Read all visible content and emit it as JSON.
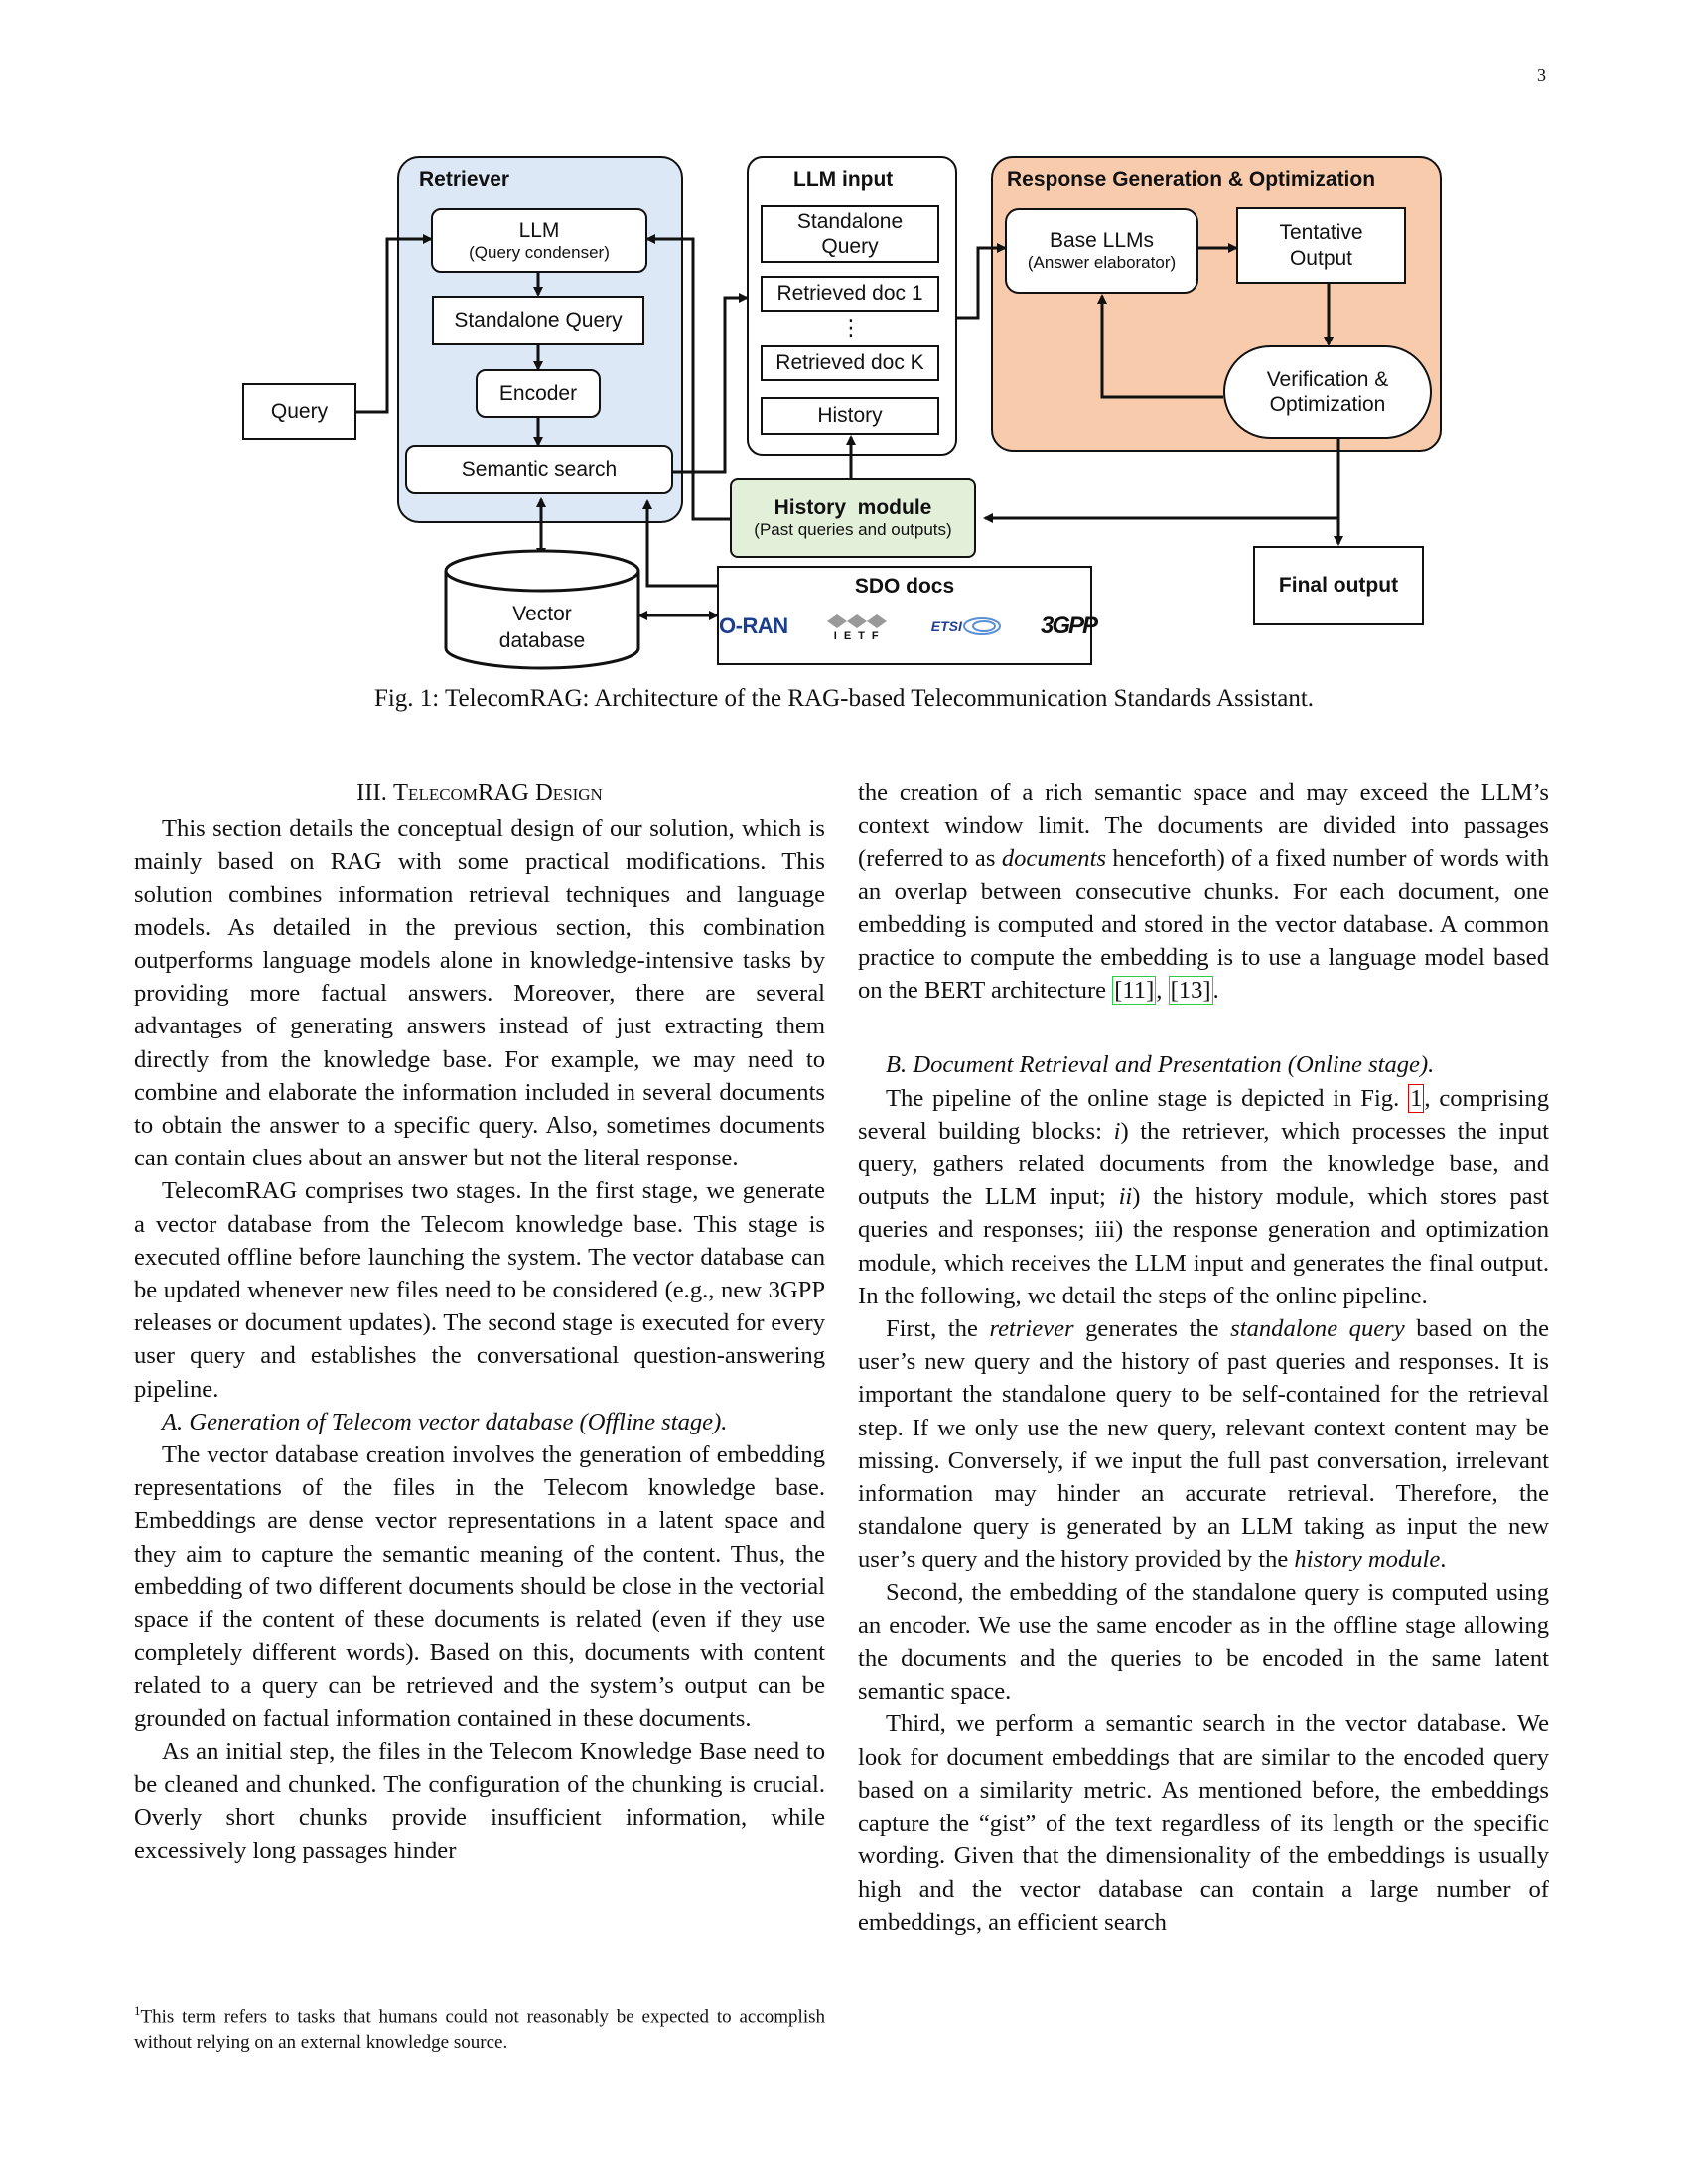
{
  "page_number": "3",
  "figure": {
    "retriever": {
      "title": "Retriever",
      "llm_line1": "LLM",
      "llm_line2": "(Query condenser)",
      "standalone_query": "Standalone Query",
      "encoder": "Encoder",
      "semantic_search": "Semantic search"
    },
    "query": "Query",
    "vector_db_line1": "Vector",
    "vector_db_line2": "database",
    "llm_input": {
      "title": "LLM input",
      "standalone_line1": "Standalone",
      "standalone_line2": "Query",
      "doc1": "Retrieved doc 1",
      "dots": "⋮",
      "docK": "Retrieved doc K",
      "history": "History"
    },
    "history_module": {
      "title": "History  module",
      "subtitle": "(Past queries and outputs)"
    },
    "sdo": {
      "title": "SDO docs",
      "logos": [
        "O-RAN",
        "IETF",
        "ETSI",
        "3GPP"
      ]
    },
    "response": {
      "title": "Response Generation & Optimization",
      "base_line1": "Base LLMs",
      "base_line2": "(Answer elaborator)",
      "tentative_line1": "Tentative",
      "tentative_line2": "Output",
      "verification_line1": "Verification &",
      "verification_line2": "Optimization"
    },
    "final_output": "Final output",
    "colors": {
      "retriever_bg": "#dce8f5",
      "history_bg": "#e2efd9",
      "response_bg": "#f8cbad"
    }
  },
  "caption": "Fig. 1: TelecomRAG: Architecture of the RAG-based Telecommunication Standards Assistant.",
  "section_title": {
    "numeral": "III.",
    "name": "TelecomRAG Design"
  },
  "paragraphs": {
    "p1": "This section details the conceptual design of our solution, which is mainly based on RAG with some practical modifications. This solution combines information retrieval techniques and language models. As detailed in the previous section, this combination outperforms language models alone in knowledge-intensive tasks by providing more factual answers. Moreover, there are several advantages of generating answers instead of just extracting them directly from the knowledge base. For example, we may need to combine and elaborate the information included in several documents to obtain the answer to a specific query. Also, sometimes documents can contain clues about an answer but not the literal response.",
    "p2": "TelecomRAG comprises two stages. In the first stage, we generate a vector database from the Telecom knowledge base. This stage is executed offline before launching the system. The vector database can be updated whenever new files need to be considered (e.g., new 3GPP releases or document updates). The second stage is executed for every user query and establishes the conversational question-answering pipeline.",
    "subA": "A.  Generation of Telecom vector database (Offline stage).",
    "p3": "The vector database creation involves the generation of embedding representations of the files in the Telecom knowledge base. Embeddings are dense vector representations in a latent space and they aim to capture the semantic meaning of the content. Thus, the embedding of two different documents should be close in the vectorial space if the content of these documents is related (even if they use completely different words). Based on this, documents with content related to a query can be retrieved and the system’s output can be grounded on factual information contained in these documents.",
    "p4": "As an initial step, the files in the Telecom Knowledge Base need to be cleaned and chunked. The configuration of the chunking is crucial. Overly short chunks provide insufficient information, while excessively long passages hinder",
    "r1_a": "the creation of a rich semantic space and may exceed the LLM’s context window limit. The documents are divided into passages (referred to as ",
    "r1_em": "documents",
    "r1_b": " henceforth) of a fixed number of words with an overlap between consecutive chunks. For each document, one embedding is computed and stored in the vector database. A common practice to compute the embedding is to use a language model based on the BERT architecture ",
    "cite11": "[11]",
    "cite_sep": ", ",
    "cite13": "[13]",
    "r1_end": ".",
    "subB": "B.  Document Retrieval and Presentation (Online stage).",
    "r2_a": "The pipeline of the online stage is depicted in Fig. ",
    "r2_ref": "1",
    "r2_b": ", comprising several building blocks: ",
    "r2_i": "i",
    "r2_c": ") the retriever, which processes the input query, gathers related documents from the knowledge base, and outputs the LLM input; ",
    "r2_ii": "ii",
    "r2_d": ") the history module, which stores past queries and responses; iii) the response generation and optimization module, which receives the LLM input and generates the final output. In the following, we detail the steps of the online pipeline.",
    "r3_a": "First, the ",
    "r3_em1": "retriever",
    "r3_b": " generates the ",
    "r3_em2": "standalone query",
    "r3_c": " based on the user’s new query and the history of past queries and responses. It is important the standalone query to be self-contained for the retrieval step. If we only use the new query, relevant context content may be missing. Conversely, if we input the full past conversation, irrelevant information may hinder an accurate retrieval. Therefore, the standalone query is generated by an LLM taking as input the new user’s query and the history provided by the ",
    "r3_em3": "history module",
    "r3_d": ".",
    "r4": "Second, the embedding of the standalone query is computed using an encoder. We use the same encoder as in the offline stage allowing the documents and the queries to be encoded in the same latent semantic space.",
    "r5": "Third, we perform a semantic search in the vector database. We look for document embeddings that are similar to the encoded query based on a similarity metric. As mentioned before, the embeddings capture the “gist” of the text regardless of its length or the specific wording. Given that the dimensionality of the embeddings is usually high and the vector database can contain a large number of embeddings, an efficient search"
  },
  "footnote": {
    "mark": "1",
    "text": "This term refers to tasks that humans could not reasonably be expected to accomplish without relying on an external knowledge source."
  }
}
